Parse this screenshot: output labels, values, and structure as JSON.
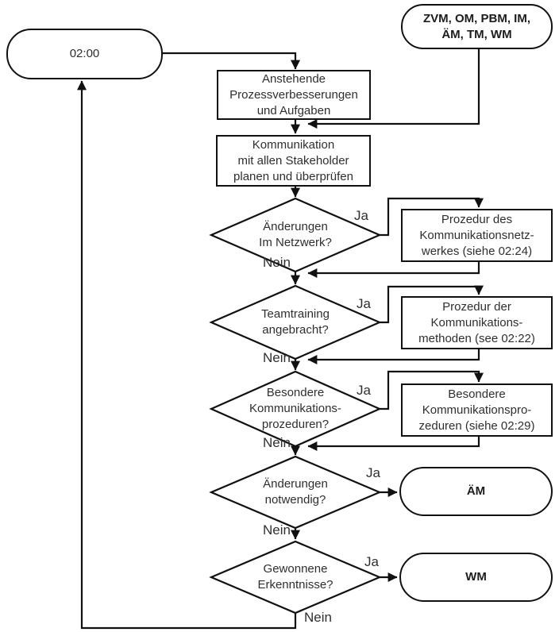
{
  "colors": {
    "line": "#111111",
    "text": "#2f2f2f",
    "background": "#ffffff"
  },
  "nodes": {
    "start": {
      "label": "02:00"
    },
    "inputs": {
      "label": "ZVM, OM, PBM, IM,\nÄM, TM, WM"
    },
    "process1": {
      "label": "Anstehende\nProzessverbesserungen\nund Aufgaben"
    },
    "process2": {
      "label": "Kommunikation\nmit allen Stakeholder\nplanen und überprüfen"
    },
    "decision1": {
      "label": "Änderungen\nIm Netzwerk?",
      "yes": "Ja",
      "no": "Nein"
    },
    "ref1": {
      "label": "Prozedur des\nKommunikationsnetz-\nwerkes  (siehe 02:24)"
    },
    "decision2": {
      "label": "Teamtraining\nangebracht?",
      "yes": "Ja",
      "no": "Nein"
    },
    "ref2": {
      "label": "Prozedur der\nKommunikations-\nmethoden  (see 02:22)"
    },
    "decision3": {
      "label": "Besondere\nKommunikations-\nprozeduren?",
      "yes": "Ja",
      "no": "Nein"
    },
    "ref3": {
      "label": "Besondere\nKommunikationspro-\nzeduren  (siehe 02:29)"
    },
    "decision4": {
      "label": "Änderungen\nnotwendig?",
      "yes": "Ja",
      "no": "Nein"
    },
    "am": {
      "label": "ÄM"
    },
    "decision5": {
      "label": "Gewonnene\nErkenntnisse?",
      "yes": "Ja",
      "no": "Nein"
    },
    "wm": {
      "label": "WM"
    }
  }
}
